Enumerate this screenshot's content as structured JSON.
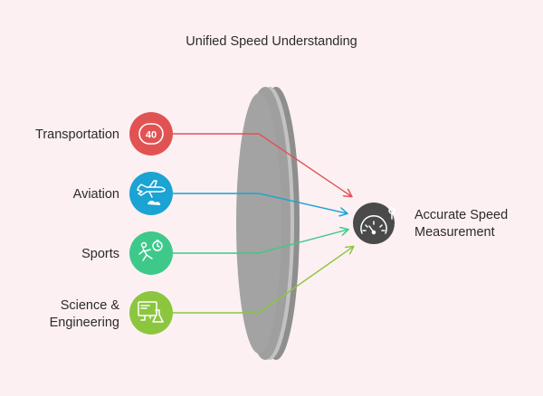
{
  "title": "Unified Speed Understanding",
  "inputs": [
    {
      "label": "Transportation",
      "icon": "speed-limit-sign-icon",
      "icon_text": "40",
      "color": "#e15353"
    },
    {
      "label": "Aviation",
      "icon": "airplane-icon",
      "color": "#1aa3d3"
    },
    {
      "label": "Sports",
      "icon": "runner-stopwatch-icon",
      "color": "#3ec98a"
    },
    {
      "label_lines": [
        "Science &",
        "Engineering"
      ],
      "icon": "computer-flask-icon",
      "color": "#8cc63f"
    }
  ],
  "output": {
    "label_lines": [
      "Accurate Speed",
      "Measurement"
    ],
    "icon": "speedometer-gauge-icon",
    "color": "#4a4a4a"
  },
  "lens": {
    "color": "#9c9c9c"
  }
}
